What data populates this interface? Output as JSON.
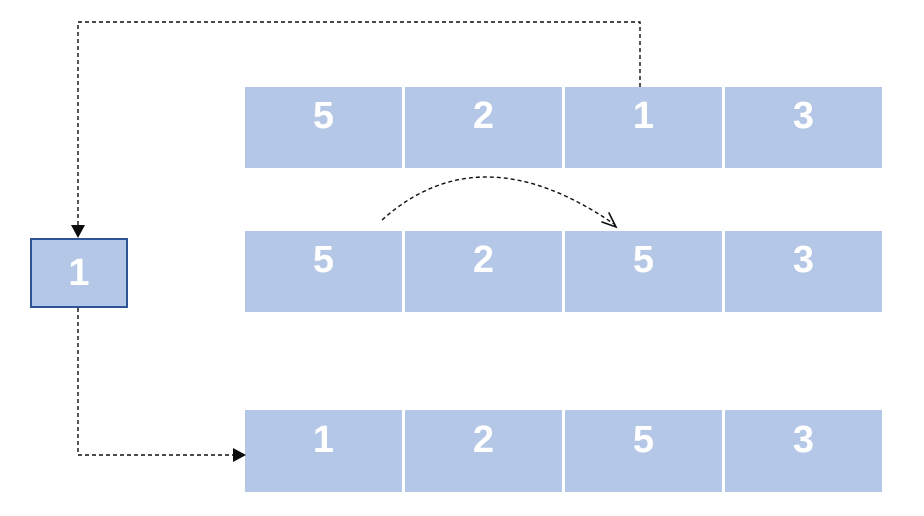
{
  "diagram": {
    "description": "insertion-step array diagram",
    "key_box": {
      "value": "1"
    },
    "rows": [
      {
        "id": "top",
        "values": [
          "5",
          "2",
          "1",
          "3"
        ]
      },
      {
        "id": "middle",
        "values": [
          "5",
          "2",
          "5",
          "3"
        ]
      },
      {
        "id": "bottom",
        "values": [
          "1",
          "2",
          "5",
          "3"
        ]
      }
    ],
    "colors": {
      "cell_fill": "#b4c7e7",
      "key_box_border": "#2f5496",
      "number_text": "#ffffff",
      "connector": "#0d0d0d"
    }
  }
}
